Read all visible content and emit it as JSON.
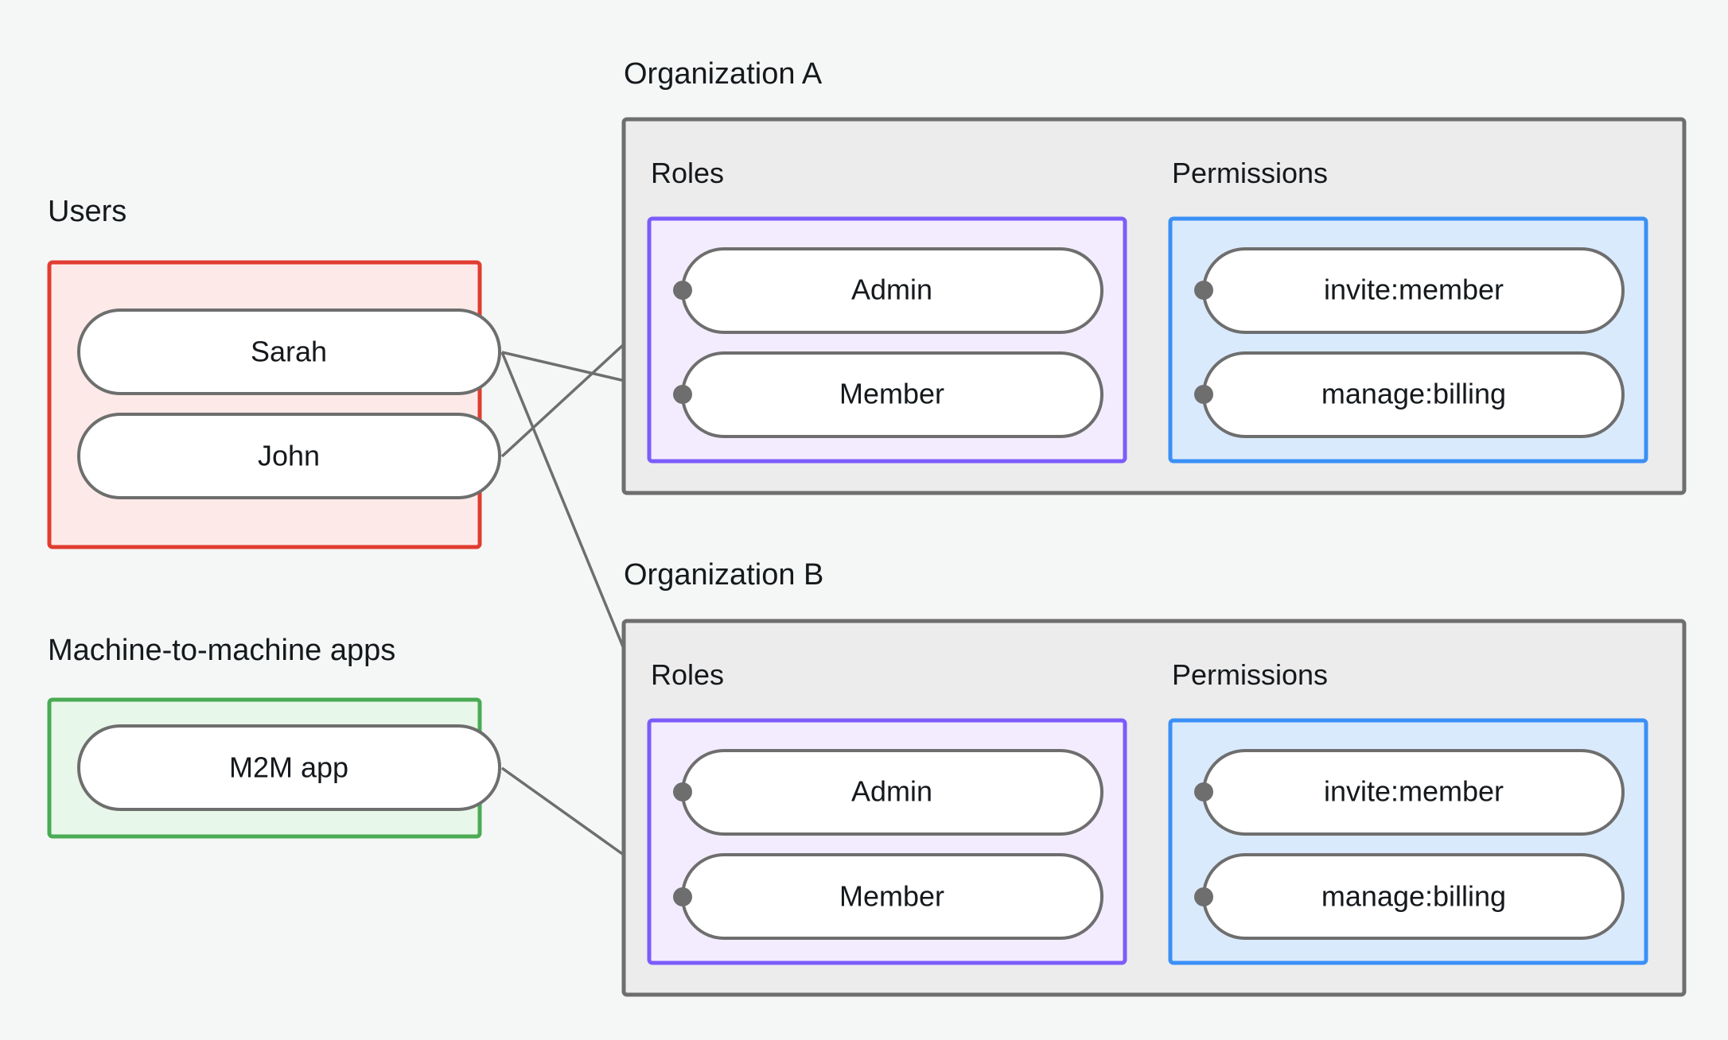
{
  "page": {
    "background_color": "#f5f7f6",
    "title": "RBAC organization roles and permissions diagram"
  },
  "palette": {
    "users_border": "#e13c31",
    "users_fill": "#fdeae8",
    "m2m_border": "#4aab54",
    "m2m_fill": "#e7f7e9",
    "org_border": "#6e6e6e",
    "org_fill": "#ececec",
    "roles_border": "#7c5cfa",
    "roles_fill": "#f3ecfe",
    "perms_border": "#3b90f6",
    "perms_fill": "#daeafd",
    "node_border": "#6e6e6e",
    "node_fill": "#ffffff",
    "edge": "#6e6e6e",
    "text": "#15191c"
  },
  "groups": {
    "users": {
      "label": "Users",
      "nodes": [
        {
          "id": "sarah",
          "label": "Sarah"
        },
        {
          "id": "john",
          "label": "John"
        }
      ]
    },
    "m2m": {
      "label": "Machine-to-machine apps",
      "nodes": [
        {
          "id": "m2m-app",
          "label": "M2M app"
        }
      ]
    }
  },
  "organizations": [
    {
      "id": "org-a",
      "label": "Organization A",
      "roles": {
        "label": "Roles",
        "nodes": [
          {
            "id": "org-a-admin",
            "label": "Admin"
          },
          {
            "id": "org-a-member",
            "label": "Member"
          }
        ]
      },
      "permissions": {
        "label": "Permissions",
        "nodes": [
          {
            "id": "org-a-invite",
            "label": "invite:member"
          },
          {
            "id": "org-a-billing",
            "label": "manage:billing"
          }
        ]
      }
    },
    {
      "id": "org-b",
      "label": "Organization B",
      "roles": {
        "label": "Roles",
        "nodes": [
          {
            "id": "org-b-admin",
            "label": "Admin"
          },
          {
            "id": "org-b-member",
            "label": "Member"
          }
        ]
      },
      "permissions": {
        "label": "Permissions",
        "nodes": [
          {
            "id": "org-b-invite",
            "label": "invite:member"
          },
          {
            "id": "org-b-billing",
            "label": "manage:billing"
          }
        ]
      }
    }
  ],
  "edges": [
    {
      "from": "sarah",
      "to": "org-a-member"
    },
    {
      "from": "sarah",
      "to": "org-b-admin"
    },
    {
      "from": "john",
      "to": "org-a-admin"
    },
    {
      "from": "m2m-app",
      "to": "org-b-member"
    },
    {
      "from": "org-a-admin",
      "to": "org-a-invite"
    },
    {
      "from": "org-a-admin",
      "to": "org-a-billing"
    },
    {
      "from": "org-a-member",
      "to": "org-a-billing"
    },
    {
      "from": "org-b-admin",
      "to": "org-b-invite"
    },
    {
      "from": "org-b-admin",
      "to": "org-b-billing"
    },
    {
      "from": "org-b-member",
      "to": "org-b-billing"
    }
  ]
}
